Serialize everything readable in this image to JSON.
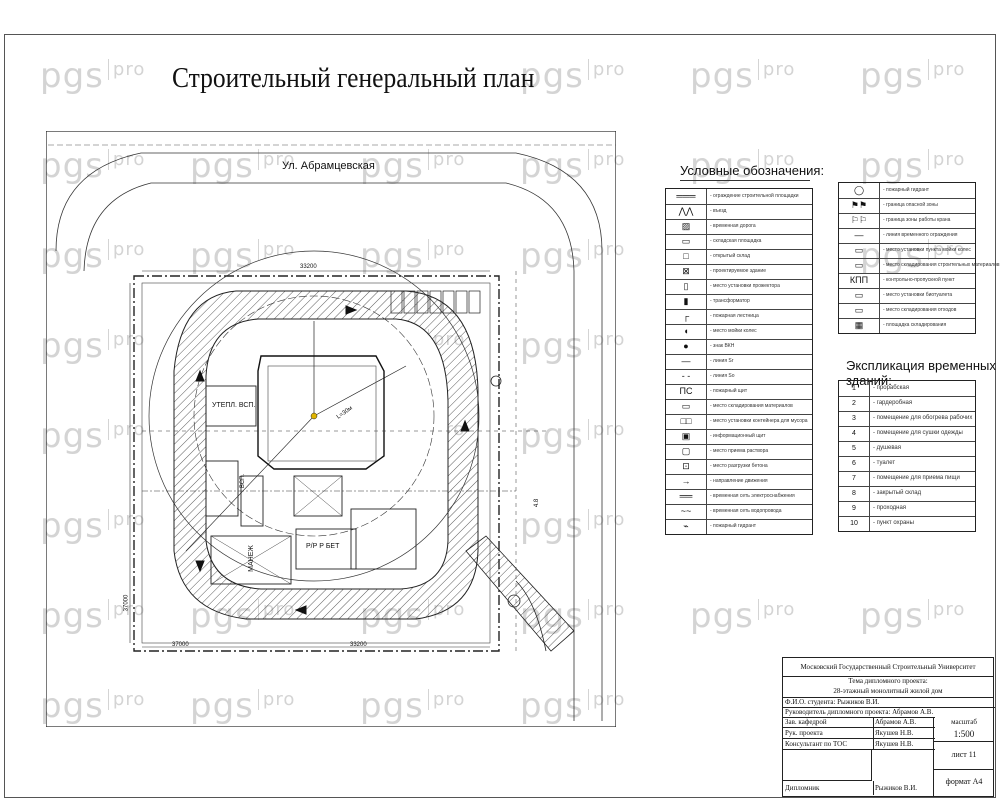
{
  "page": {
    "title": "Строительный генеральный план"
  },
  "watermark": {
    "brand": "pgs",
    "suffix": "pro"
  },
  "plan": {
    "street": "Ул. Абрамцевская",
    "dims": {
      "top": "33200",
      "bottom": "33200",
      "bottom_left": "37000",
      "left": "37000",
      "right": "4.8"
    },
    "buildings": [
      {
        "id": "b1",
        "label": "УТЕПЛ. ВСП."
      },
      {
        "id": "b2",
        "label": "ВСП."
      },
      {
        "id": "b3",
        "label": "Р/Р Р БЕТ"
      },
      {
        "id": "b4",
        "label": "МАНЕЖ"
      }
    ],
    "crane_label": "L=30м"
  },
  "legend": {
    "heading": "Условные обозначения:",
    "left_rows": [
      {
        "sym": "═══",
        "text": "- ограждение строительной площадки"
      },
      {
        "sym": "⋀⋀",
        "text": "- въезд"
      },
      {
        "sym": "▨",
        "text": "- временная дорога"
      },
      {
        "sym": "▭",
        "text": "- складская площадка"
      },
      {
        "sym": "□",
        "text": "- открытый склад"
      },
      {
        "sym": "⊠",
        "text": "- проектируемое здание"
      },
      {
        "sym": "▯",
        "text": "- место установки прожектора"
      },
      {
        "sym": "▮",
        "text": "- трансформатор"
      },
      {
        "sym": "┌",
        "text": "- пожарная лестница"
      },
      {
        "sym": "◖",
        "text": "- место мойки колес"
      },
      {
        "sym": "●",
        "text": "- знак ВКН"
      },
      {
        "sym": "—",
        "text": "- линия Sг"
      },
      {
        "sym": "- -",
        "text": "- линия Sо"
      },
      {
        "sym": "ПС",
        "text": "- пожарный щит"
      },
      {
        "sym": "▭",
        "text": "- место складирования материалов"
      },
      {
        "sym": "□□",
        "text": "- место установки контейнера для мусора"
      },
      {
        "sym": "▣",
        "text": "- информационный щит"
      },
      {
        "sym": "▢",
        "text": "- место приема раствора"
      },
      {
        "sym": "⊡",
        "text": "- место разгрузки бетона"
      },
      {
        "sym": "→",
        "text": "- направление движения"
      },
      {
        "sym": "══",
        "text": "- временная сеть электроснабжения"
      },
      {
        "sym": "~~",
        "text": "- временная сеть водопровода"
      },
      {
        "sym": "⌁",
        "text": "- пожарный гидрант"
      }
    ],
    "right_rows": [
      {
        "sym": "◯",
        "text": "- пожарный гидрант"
      },
      {
        "sym": "⚑⚑",
        "text": "- граница опасной зоны"
      },
      {
        "sym": "⚐⚐",
        "text": "- граница зоны работы крана"
      },
      {
        "sym": "—",
        "text": "- линия временного ограждения"
      },
      {
        "sym": "▭",
        "text": "- место установки пункта мойки колес"
      },
      {
        "sym": "▭",
        "text": "- место складирования строительных материалов"
      },
      {
        "sym": "КПП",
        "text": "- контрольно-пропускной пункт"
      },
      {
        "sym": "▭",
        "text": "- место установки биотуалета"
      },
      {
        "sym": "▭",
        "text": "- место складирования отходов"
      },
      {
        "sym": "▦",
        "text": "- площадка складирования"
      }
    ]
  },
  "explication": {
    "heading": "Экспликация временных зданий:",
    "rows": [
      {
        "num": "1",
        "text": "- прорабская"
      },
      {
        "num": "2",
        "text": "- гардеробная"
      },
      {
        "num": "3",
        "text": "- помещение для обогрева рабочих"
      },
      {
        "num": "4",
        "text": "- помещение для сушки одежды"
      },
      {
        "num": "5",
        "text": "- душевая"
      },
      {
        "num": "6",
        "text": "- туалет"
      },
      {
        "num": "7",
        "text": "- помещение для приема пищи"
      },
      {
        "num": "8",
        "text": "- закрытый склад"
      },
      {
        "num": "9",
        "text": "- проходная"
      },
      {
        "num": "10",
        "text": "- пункт охраны"
      }
    ]
  },
  "stamp": {
    "university": "Московский Государственный Строительный Университет",
    "topic_label": "Тема дипломного проекта:",
    "topic": "28-этажный монолитный жилой дом",
    "student": "Ф.И.О. студента: Рыжиков В.И.",
    "supervisor_line": "Руководитель дипломного проекта: Абрамов А.В.",
    "rows": [
      {
        "role": "Зав. кафедрой",
        "name": "Абрамов А.В."
      },
      {
        "role": "Рук. проекта",
        "name": "Якушев Н.В."
      },
      {
        "role": "Консультант по ТОС",
        "name": "Якушев Н.В."
      },
      {
        "role": "Дипломник",
        "name": "Рыжиков В.И."
      }
    ],
    "scale_label": "масштаб",
    "scale": "1:500",
    "sheet": "лист 11",
    "format": "формат А4"
  }
}
